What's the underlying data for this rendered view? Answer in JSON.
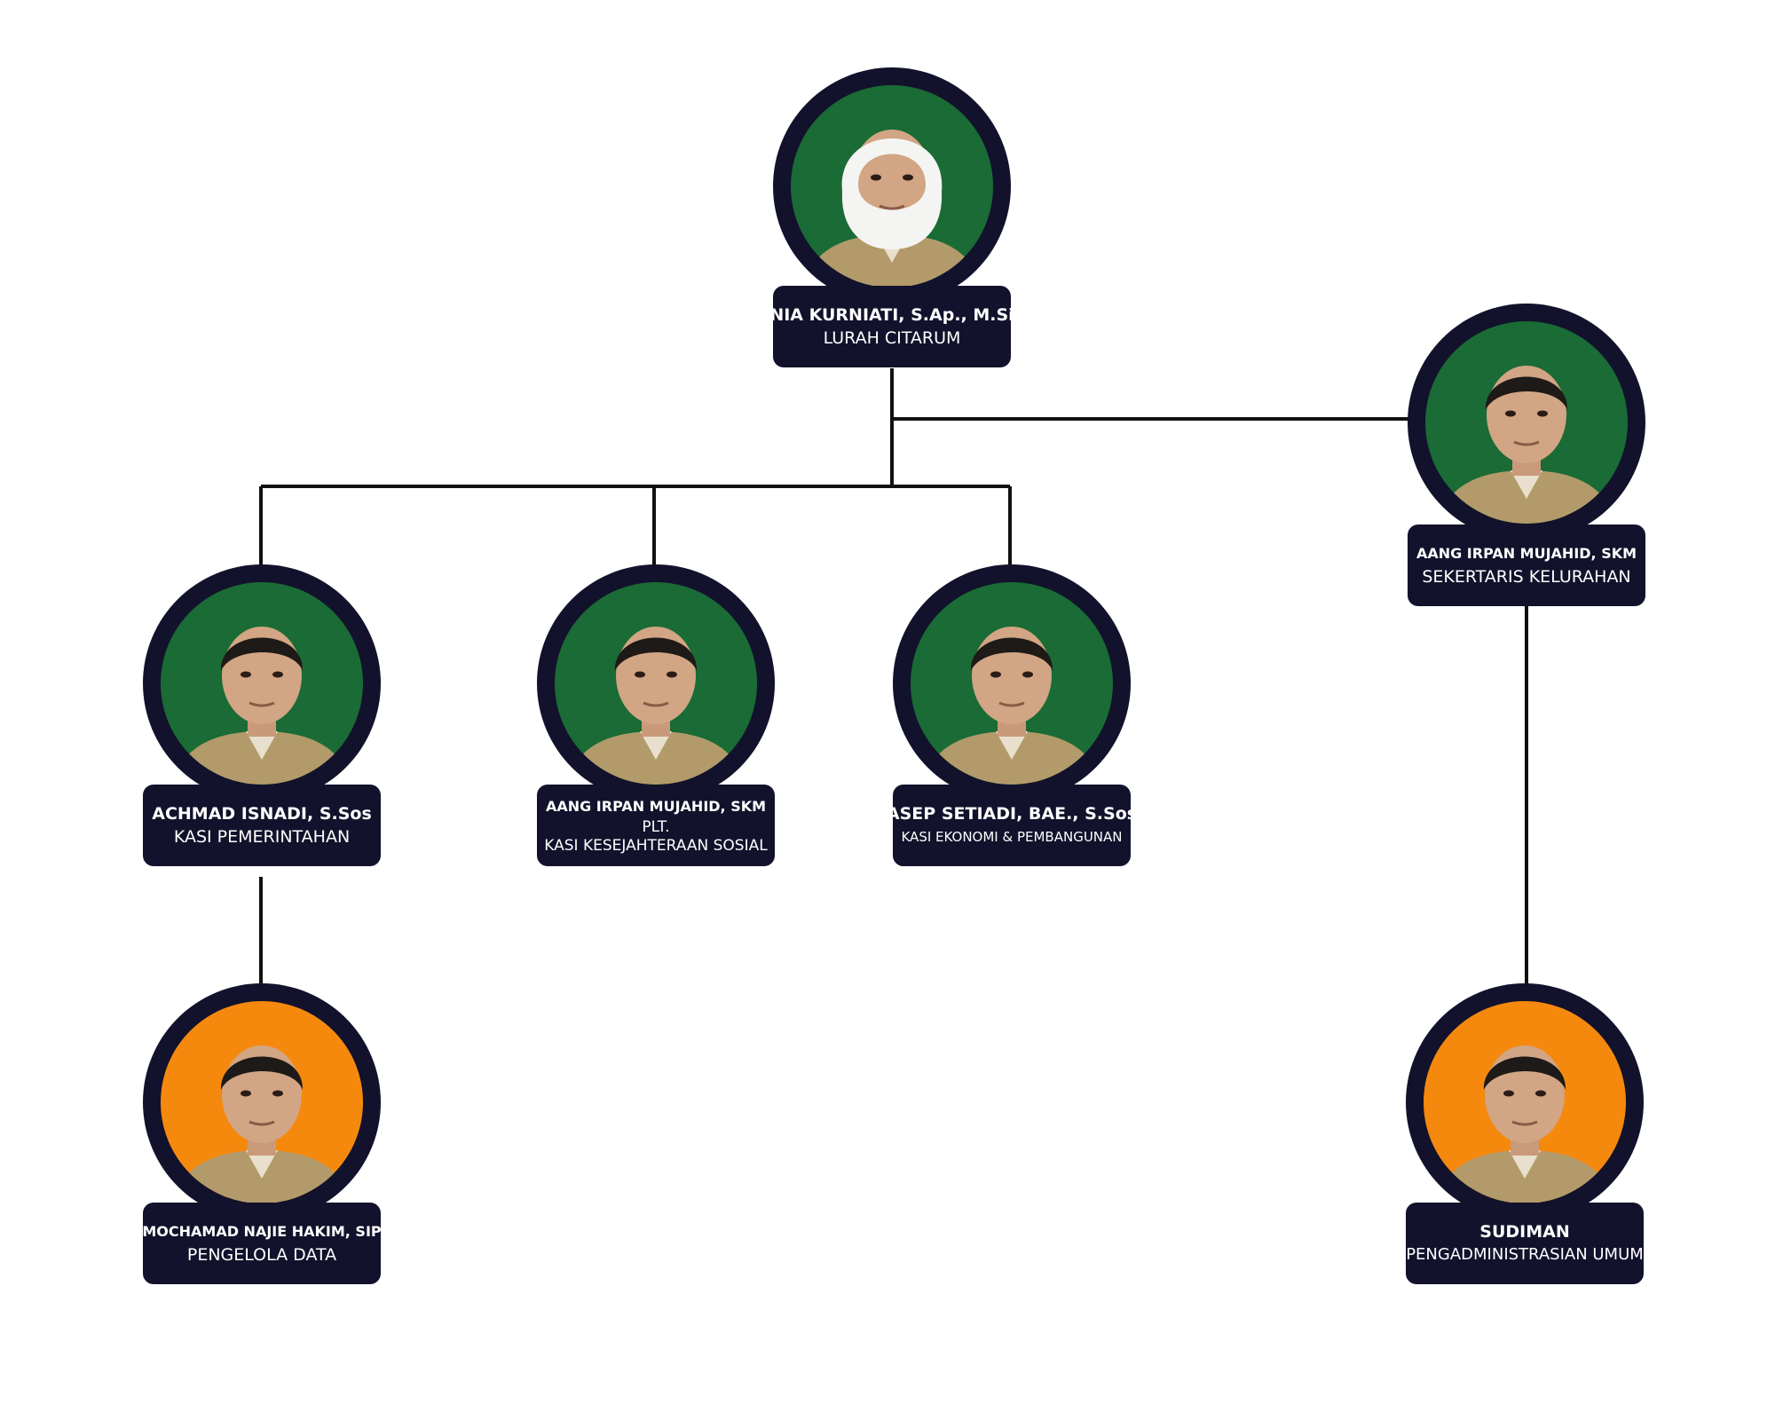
{
  "colors": {
    "dark_navy": "#12122c",
    "photo_green": "#1a6b35",
    "photo_orange": "#f5890e",
    "uniform_khaki": "#b39a6a",
    "connector": "#111111"
  },
  "nodes": {
    "lurah": {
      "name": "NIA KURNIATI, S.Ap., M.Si",
      "role": "LURAH CITARUM",
      "photo_bg": "green"
    },
    "sekertaris": {
      "name": "AANG IRPAN MUJAHID, SKM",
      "role": "SEKERTARIS KELURAHAN",
      "photo_bg": "green"
    },
    "kasi_pemerintahan": {
      "name": "ACHMAD ISNADI, S.Sos",
      "role": "KASI PEMERINTAHAN",
      "photo_bg": "green"
    },
    "kasi_kesos": {
      "name": "AANG IRPAN MUJAHID, SKM",
      "role_line1": "PLT.",
      "role_line2": "KASI KESEJAHTERAAN SOSIAL",
      "photo_bg": "green"
    },
    "kasi_ekbang": {
      "name": "ASEP SETIADI, BAE., S.Sos",
      "role": "KASI EKONOMI & PEMBANGUNAN",
      "photo_bg": "green"
    },
    "pengelola_data": {
      "name": "MOCHAMAD NAJIE HAKIM, SIP",
      "role": "PENGELOLA DATA",
      "photo_bg": "orange"
    },
    "pengadministrasian": {
      "name": "SUDIMAN",
      "role": "PENGADMINISTRASIAN UMUM",
      "photo_bg": "orange"
    }
  }
}
